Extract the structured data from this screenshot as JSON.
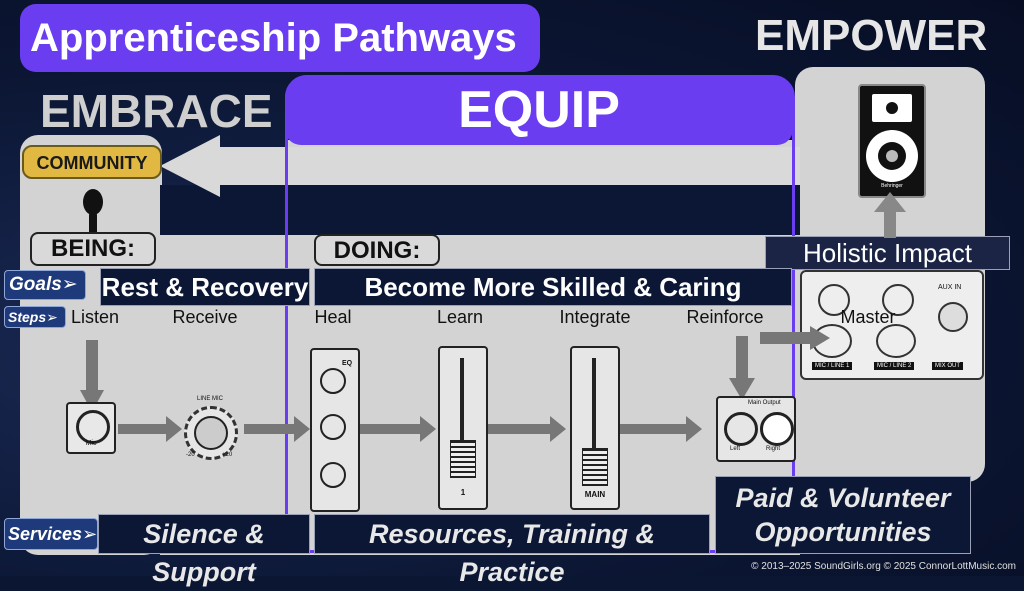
{
  "title": "Apprenticeship Pathways",
  "columns": {
    "embrace": "EMBRACE",
    "equip": "EQUIP",
    "empower": "EMPOWER"
  },
  "community_label": "COMMUNITY",
  "being_label": "BEING:",
  "doing_label": "DOING:",
  "holistic_impact": "Holistic Impact",
  "row_tags": {
    "goals": "Goals➢",
    "steps": "Steps➢",
    "services": "Services➢"
  },
  "goals": {
    "embrace": "Rest & Recovery",
    "equip": "Become More Skilled & Caring"
  },
  "steps": [
    "Listen",
    "Receive",
    "Heal",
    "Learn",
    "Integrate",
    "Reinforce",
    "Master"
  ],
  "services": {
    "embrace": "Silence & Support",
    "equip": "Resources, Training & Practice",
    "empower": "Paid & Volunteer Opportunities"
  },
  "gear_labels": {
    "mic_jack": "Mic",
    "gain_knob": "LINE MIC",
    "gain_min": "-20",
    "gain_max": "+20",
    "eq_label": "EQ",
    "fader1_label": "1",
    "fader2_label": "MAIN",
    "output_title": "Main Output",
    "out_left": "Left",
    "out_right": "Right",
    "speaker_brand": "Behringer",
    "panel_label_1": "MIC / LINE 1",
    "panel_label_2": "MIC / LINE 2",
    "panel_label_3": "MIX OUT",
    "panel_aux": "AUX IN"
  },
  "footer": "© 2013–2025 SoundGirls.org © 2025 ConnorLottMusic.com"
}
